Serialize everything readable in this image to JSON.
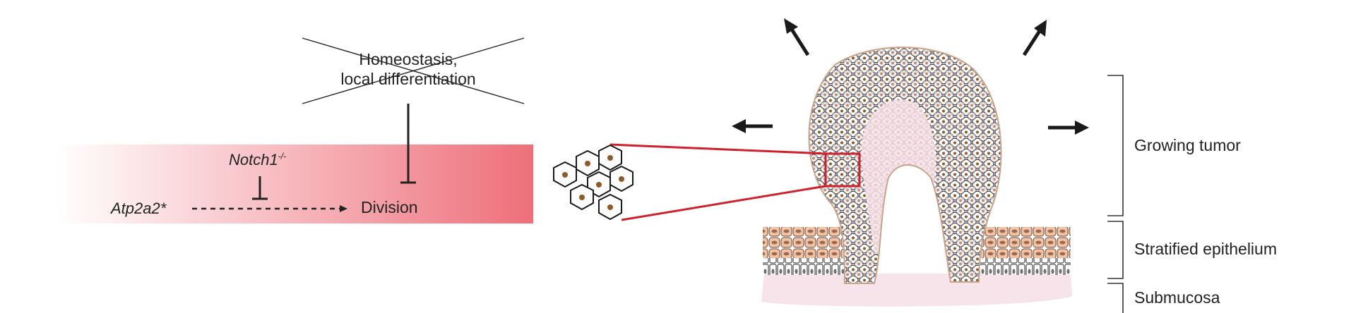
{
  "pathway": {
    "blocked_process_line1": "Homeostasis,",
    "blocked_process_line2": "local differentiation",
    "gene_top": "Notch1",
    "gene_top_superscript": "-/-",
    "gene_left": "Atp2a2*",
    "outcome": "Division"
  },
  "tissue_labels": {
    "tumor": "Growing tumor",
    "epithelium": "Stratified epithelium",
    "submucosa": "Submucosa"
  },
  "colors": {
    "gradient_end": "#ee6f7a",
    "highlight_box": "#d0202e",
    "cell_nucleus": "#8b5a2b",
    "basal_cell_fill": "#f0c3a6",
    "submucosa_fill": "#f7e3ea",
    "arrow": "#1a1a1a"
  }
}
